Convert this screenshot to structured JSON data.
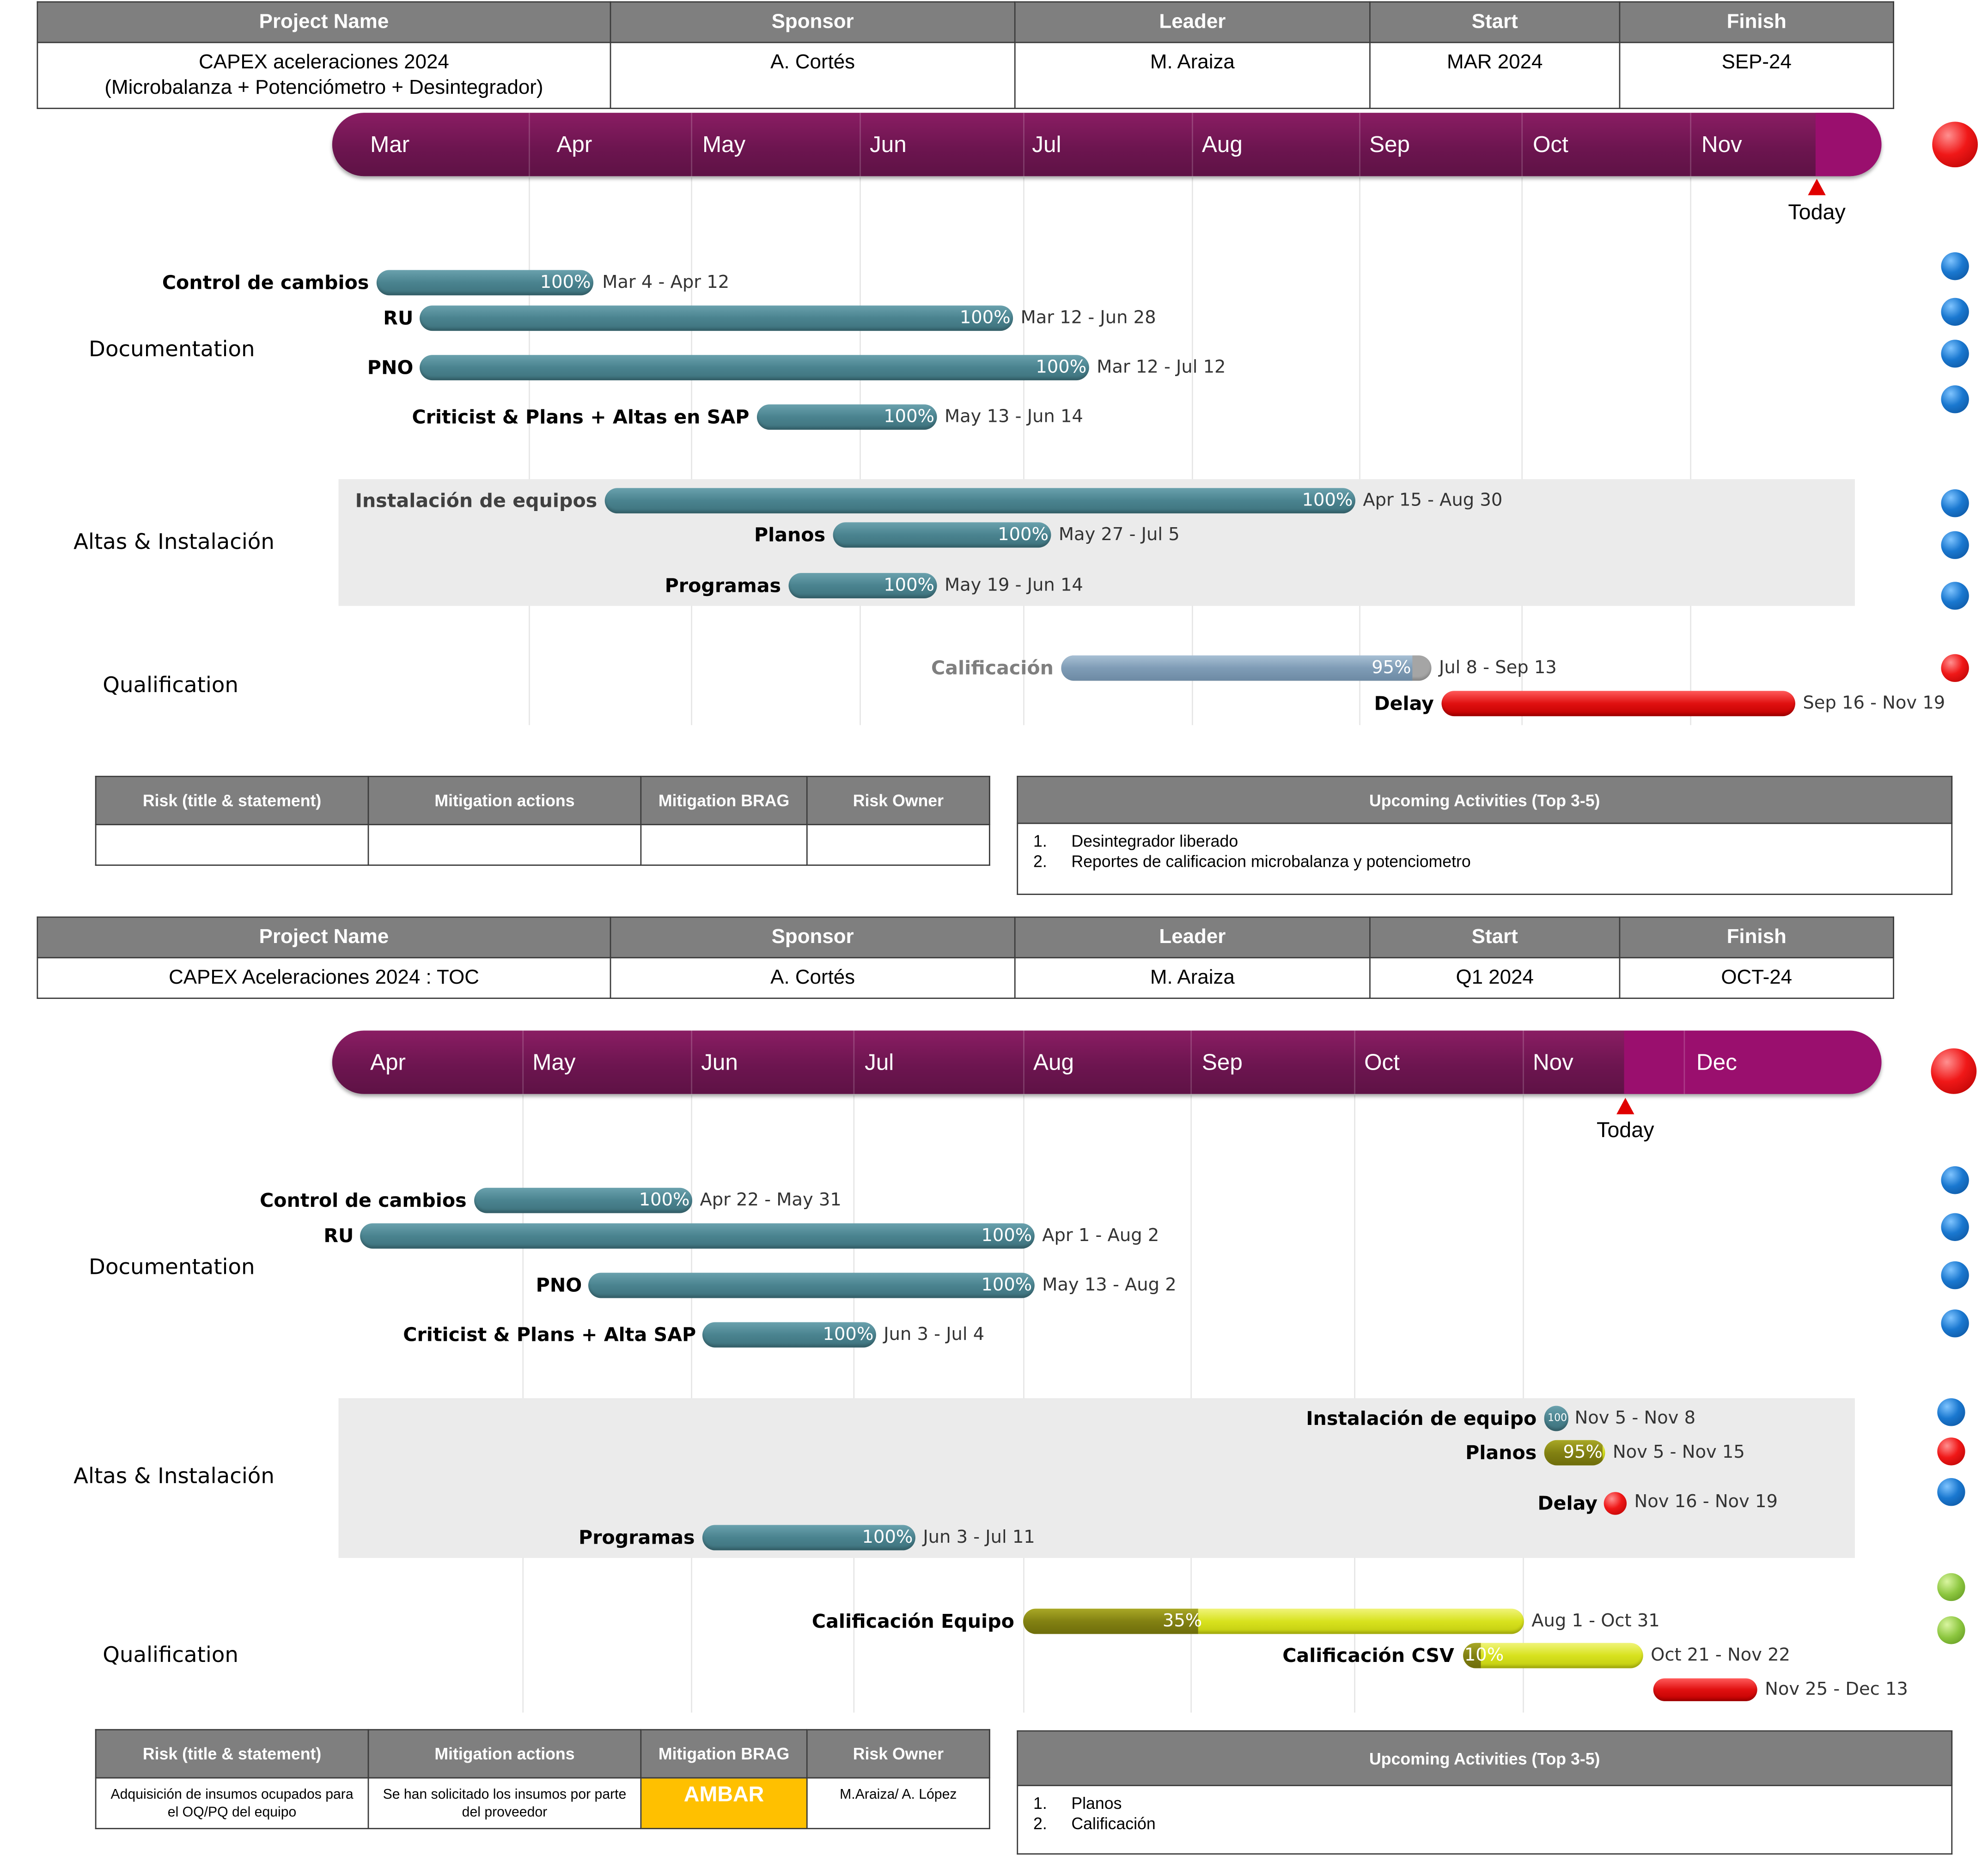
{
  "headers": {
    "project_name": "Project Name",
    "sponsor": "Sponsor",
    "leader": "Leader",
    "start": "Start",
    "finish": "Finish"
  },
  "project1": {
    "name_line1": "CAPEX aceleraciones 2024",
    "name_line2": "(Microbalanza + Potenciómetro + Desintegrador)",
    "sponsor": "A.   Cortés",
    "leader": "M. Araiza",
    "start": "MAR 2024",
    "finish": "SEP-24",
    "status_color": "#ff0000",
    "months": [
      "Mar",
      "Apr",
      "May",
      "Jun",
      "Jul",
      "Aug",
      "Sep",
      "Oct",
      "Nov"
    ],
    "today_label": "Today",
    "groups": {
      "documentation": "Documentation",
      "altas": "Altas & Instalación",
      "qualification": "Qualification"
    },
    "tasks": [
      {
        "label": "Control de cambios",
        "pct": "100%",
        "dates": "Mar 4 - Apr 12",
        "status": "blue"
      },
      {
        "label": "RU",
        "pct": "100%",
        "dates": "Mar 12 - Jun 28",
        "status": "blue"
      },
      {
        "label": "PNO",
        "pct": "100%",
        "dates": "Mar 12 - Jul 12",
        "status": "blue"
      },
      {
        "label": "Criticist & Plans + Altas en SAP",
        "pct": "100%",
        "dates": "May 13 - Jun 14",
        "status": "blue"
      },
      {
        "label": "Instalación de equipos",
        "pct": "100%",
        "dates": "Apr 15 - Aug 30",
        "status": "blue"
      },
      {
        "label": "Planos",
        "pct": "100%",
        "dates": "May 27 - Jul 5",
        "status": "blue"
      },
      {
        "label": "Programas",
        "pct": "100%",
        "dates": "May 19 - Jun 14",
        "status": "blue"
      },
      {
        "label": "Calificación",
        "pct": "95%",
        "dates": "Jul 8 - Sep 13",
        "status": "red"
      },
      {
        "label": "Delay",
        "pct": "",
        "dates": "Sep 16 - Nov 19",
        "status": ""
      }
    ],
    "risk_headers": [
      "Risk (title & statement)",
      "Mitigation actions",
      "Mitigation BRAG",
      "Risk Owner"
    ],
    "risk_row": [
      "",
      "",
      "",
      ""
    ],
    "upcoming_title": "Upcoming Activities (Top 3-5)",
    "upcoming": [
      {
        "n": "1.",
        "text": "Desintegrador liberado"
      },
      {
        "n": "2.",
        "text": "Reportes de calificacion microbalanza y potenciometro"
      }
    ]
  },
  "project2": {
    "name": "CAPEX Aceleraciones 2024 : TOC",
    "sponsor": "A.   Cortés",
    "leader": "M. Araiza",
    "start": "Q1 2024",
    "finish": "OCT-24",
    "status_color": "#ff0000",
    "months": [
      "Apr",
      "May",
      "Jun",
      "Jul",
      "Aug",
      "Sep",
      "Oct",
      "Nov",
      "Dec"
    ],
    "today_label": "Today",
    "groups": {
      "documentation": "Documentation",
      "altas": "Altas & Instalación",
      "qualification": "Qualification"
    },
    "tasks": [
      {
        "label": "Control de cambios",
        "pct": "100%",
        "dates": "Apr 22 - May 31",
        "status": "blue"
      },
      {
        "label": "RU",
        "pct": "100%",
        "dates": "Apr 1 - Aug 2",
        "status": "blue"
      },
      {
        "label": "PNO",
        "pct": "100%",
        "dates": "May 13 - Aug 2",
        "status": "blue"
      },
      {
        "label": "Criticist & Plans + Alta SAP",
        "pct": "100%",
        "dates": "Jun 3 - Jul 4",
        "status": "blue"
      },
      {
        "label": "Instalación de equipo",
        "pct": "100",
        "dates": "Nov 5 - Nov 8",
        "status": "blue"
      },
      {
        "label": "Planos",
        "pct": "95%",
        "dates": "Nov 5 - Nov 15",
        "status": "red"
      },
      {
        "label": "Delay",
        "pct": "",
        "dates": "Nov 16 - Nov 19",
        "status": "blue"
      },
      {
        "label": "Programas",
        "pct": "100%",
        "dates": "Jun 3 - Jul 11",
        "status": ""
      },
      {
        "label": "Calificación Equipo",
        "pct": "35%",
        "dates": "Aug 1 - Oct 31",
        "status": "green"
      },
      {
        "label": "Calificación CSV",
        "pct": "10%",
        "dates": "Oct 21 - Nov 22",
        "status": "green"
      },
      {
        "label": "",
        "pct": "",
        "dates": "Nov 25 - Dec 13",
        "status": ""
      }
    ],
    "risk_headers": [
      "Risk (title & statement)",
      "Mitigation actions",
      "Mitigation BRAG",
      "Risk Owner"
    ],
    "risk_row": [
      "Adquisición de insumos ocupados para el OQ/PQ del equipo",
      "Se han solicitado los insumos por parte del proveedor",
      "AMBAR",
      "M.Araiza/ A. López"
    ],
    "upcoming_title": "Upcoming Activities (Top 3-5)",
    "upcoming": [
      {
        "n": "1.",
        "text": "Planos"
      },
      {
        "n": "2.",
        "text": "Calificación"
      }
    ]
  }
}
